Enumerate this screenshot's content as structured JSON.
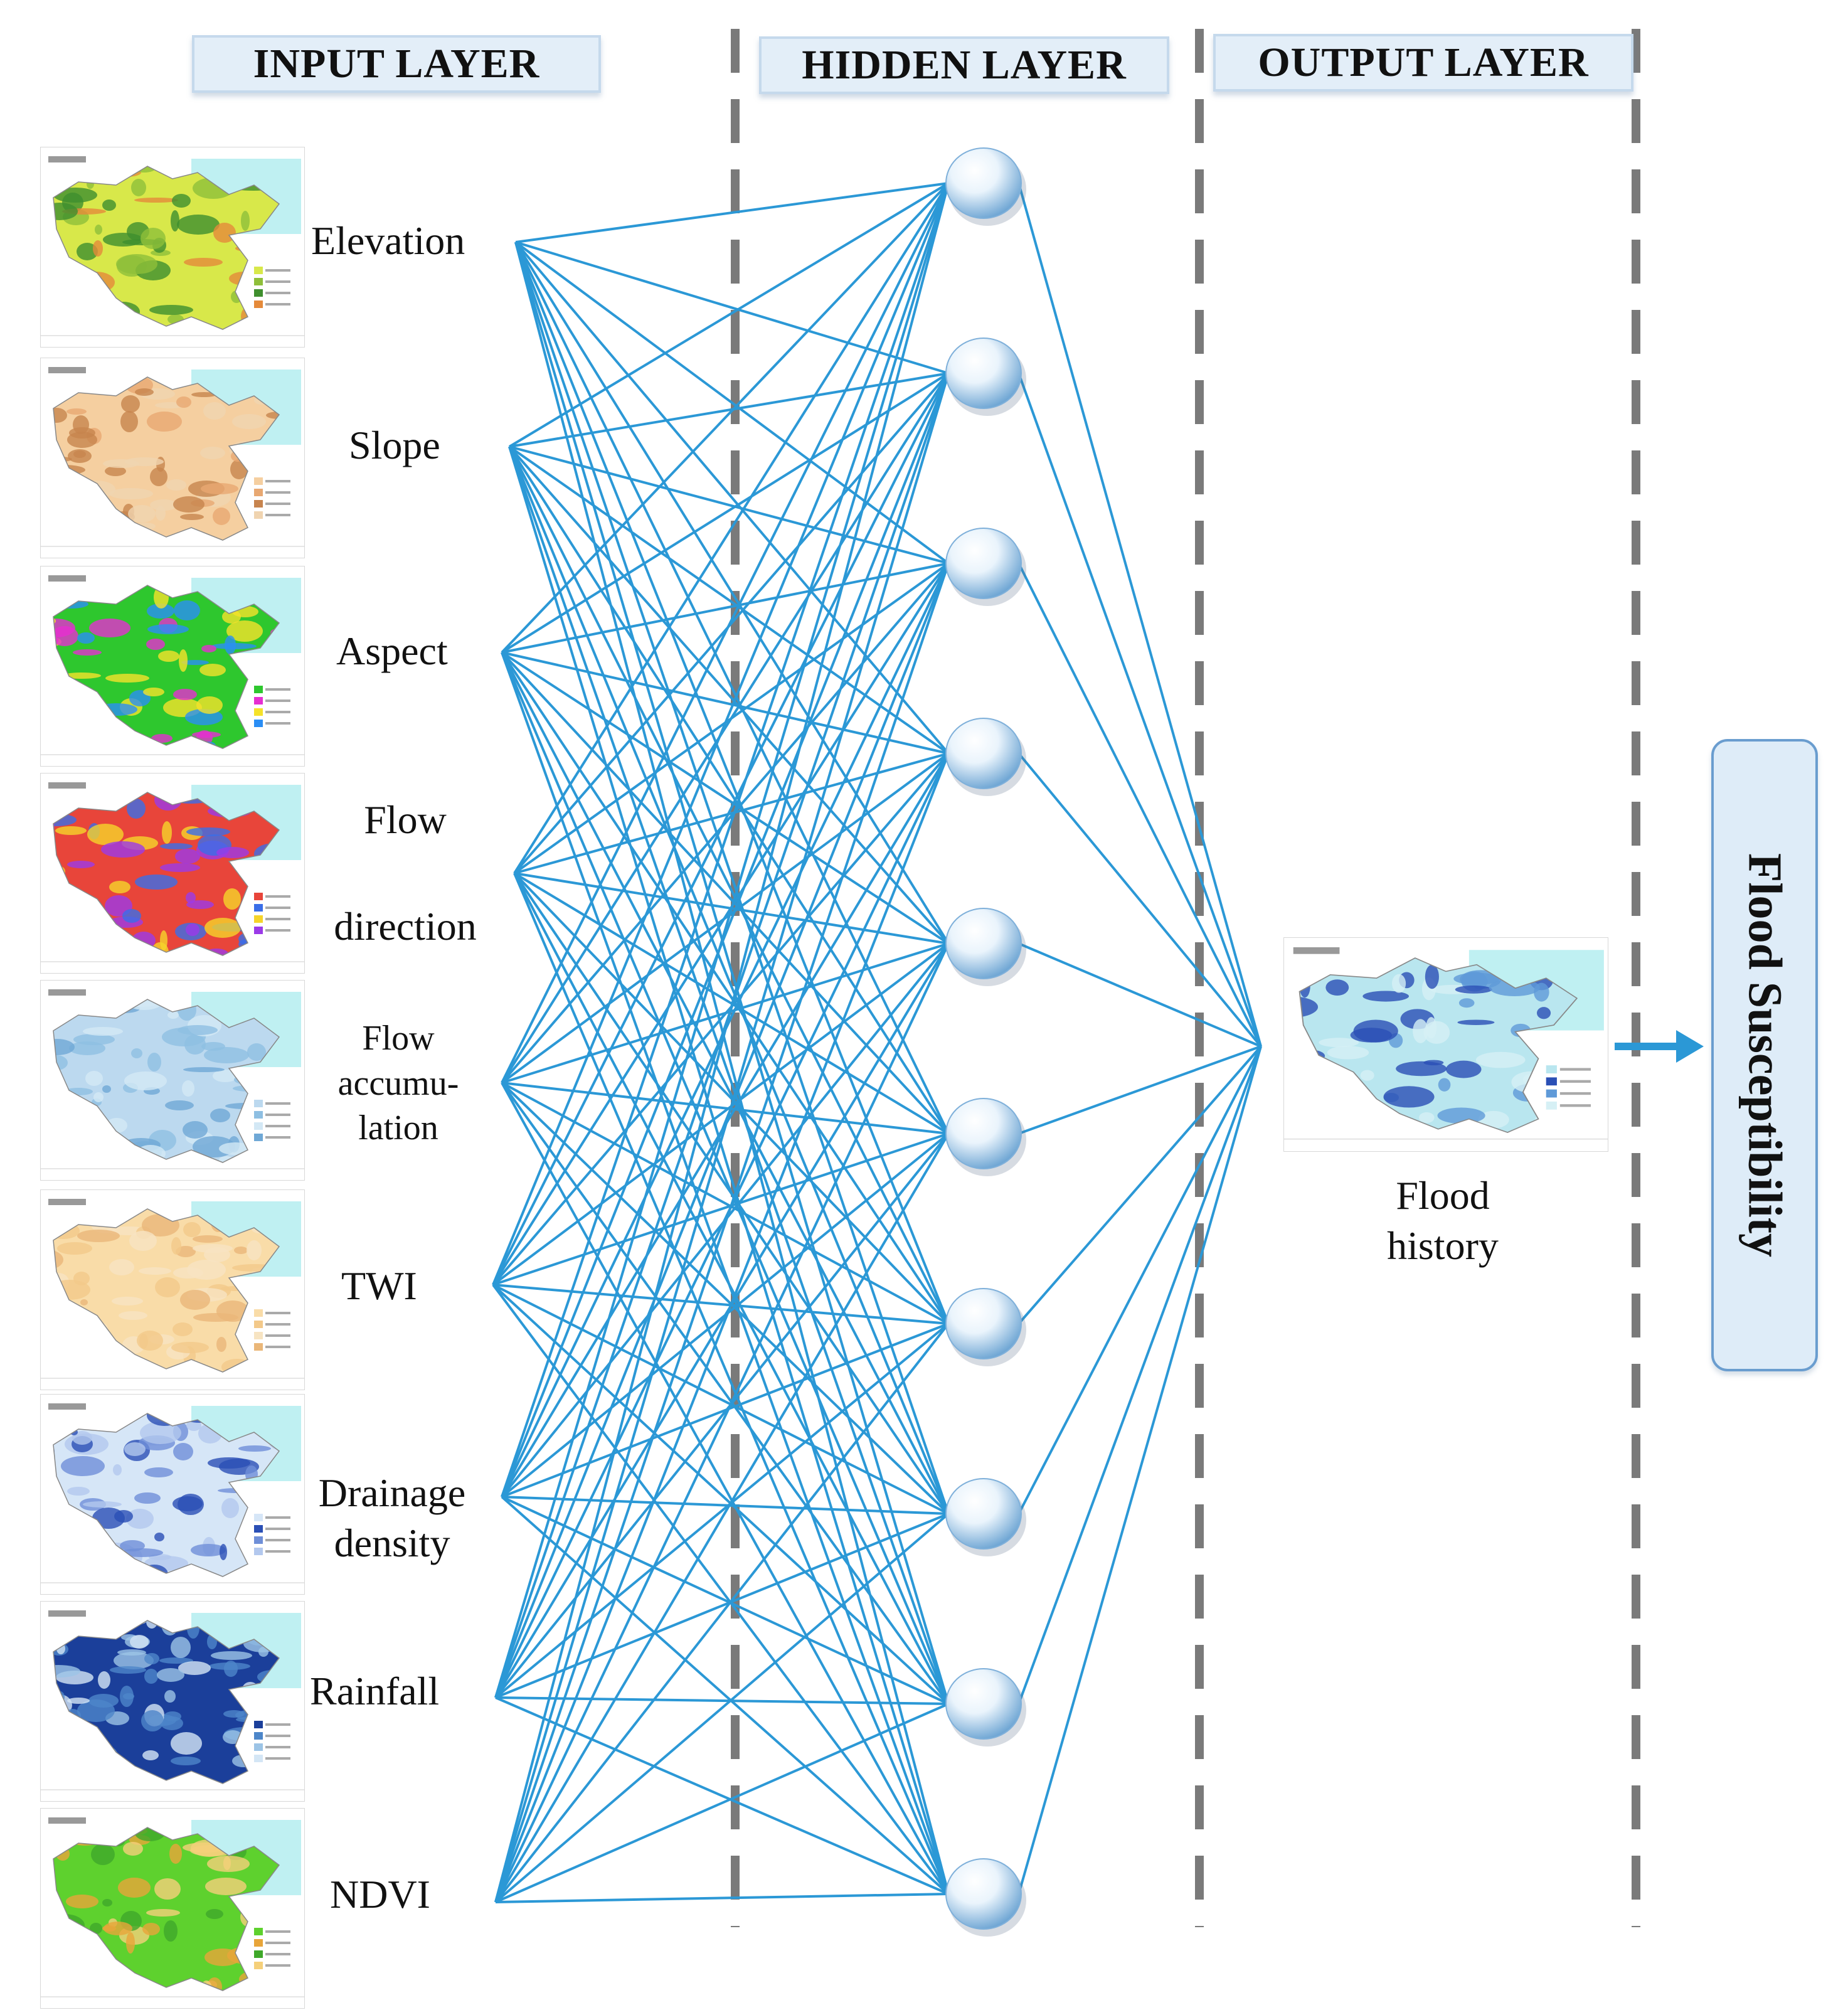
{
  "headers": {
    "input": "INPUT LAYER",
    "hidden": "HIDDEN LAYER",
    "output": "OUTPUT LAYER"
  },
  "inputs": [
    {
      "label": "Elevation",
      "map_palette": [
        "#d8e84a",
        "#8fbf3a",
        "#3f8f2e",
        "#e58a3a"
      ]
    },
    {
      "label": "Slope",
      "map_palette": [
        "#f5cfa0",
        "#e8a872",
        "#c7844e",
        "#f0d4b0"
      ]
    },
    {
      "label": "Aspect",
      "map_palette": [
        "#2ec72e",
        "#e62ed1",
        "#f5e22a",
        "#2a8ef5"
      ]
    },
    {
      "label_line1": "Flow",
      "label_line2": "direction",
      "map_palette": [
        "#e8453a",
        "#3a6ee8",
        "#f5d42a",
        "#9b3ae8"
      ]
    },
    {
      "label_line1": "Flow",
      "label_line2": "accumu-",
      "label_line3": "lation",
      "map_palette": [
        "#bcd9ef",
        "#8ebfe2",
        "#d3e8f5",
        "#6fa8d6"
      ]
    },
    {
      "label": "TWI",
      "map_palette": [
        "#f9dca8",
        "#f3c98a",
        "#f7e4c2",
        "#eab779"
      ]
    },
    {
      "label_line1": "Drainage",
      "label_line2": "density",
      "map_palette": [
        "#d6e6f7",
        "#2a4fb5",
        "#6f8fd8",
        "#b3c8ee"
      ]
    },
    {
      "label": "Rainfall",
      "map_palette": [
        "#1b3f9a",
        "#4d86c9",
        "#9cc4e6",
        "#d4e6f5"
      ]
    },
    {
      "label": "NDVI",
      "map_palette": [
        "#5ed12e",
        "#e8a53a",
        "#3fa82a",
        "#f5d07a"
      ]
    }
  ],
  "hidden_nodes": 10,
  "output": {
    "label_line1": "Flood",
    "label_line2": "history",
    "map_palette": [
      "#b9e6ef",
      "#2a4fb5",
      "#5f9ad8",
      "#d6f0f5"
    ]
  },
  "result_label": "Flood Susceptibility",
  "colors": {
    "connection": "#2b98d6",
    "divider": "#7a7a7a",
    "node_light": "#eaf4fc",
    "node_dark": "#6fa6d4",
    "arrow": "#2b98d6",
    "map_sea": "#bff0f2"
  }
}
